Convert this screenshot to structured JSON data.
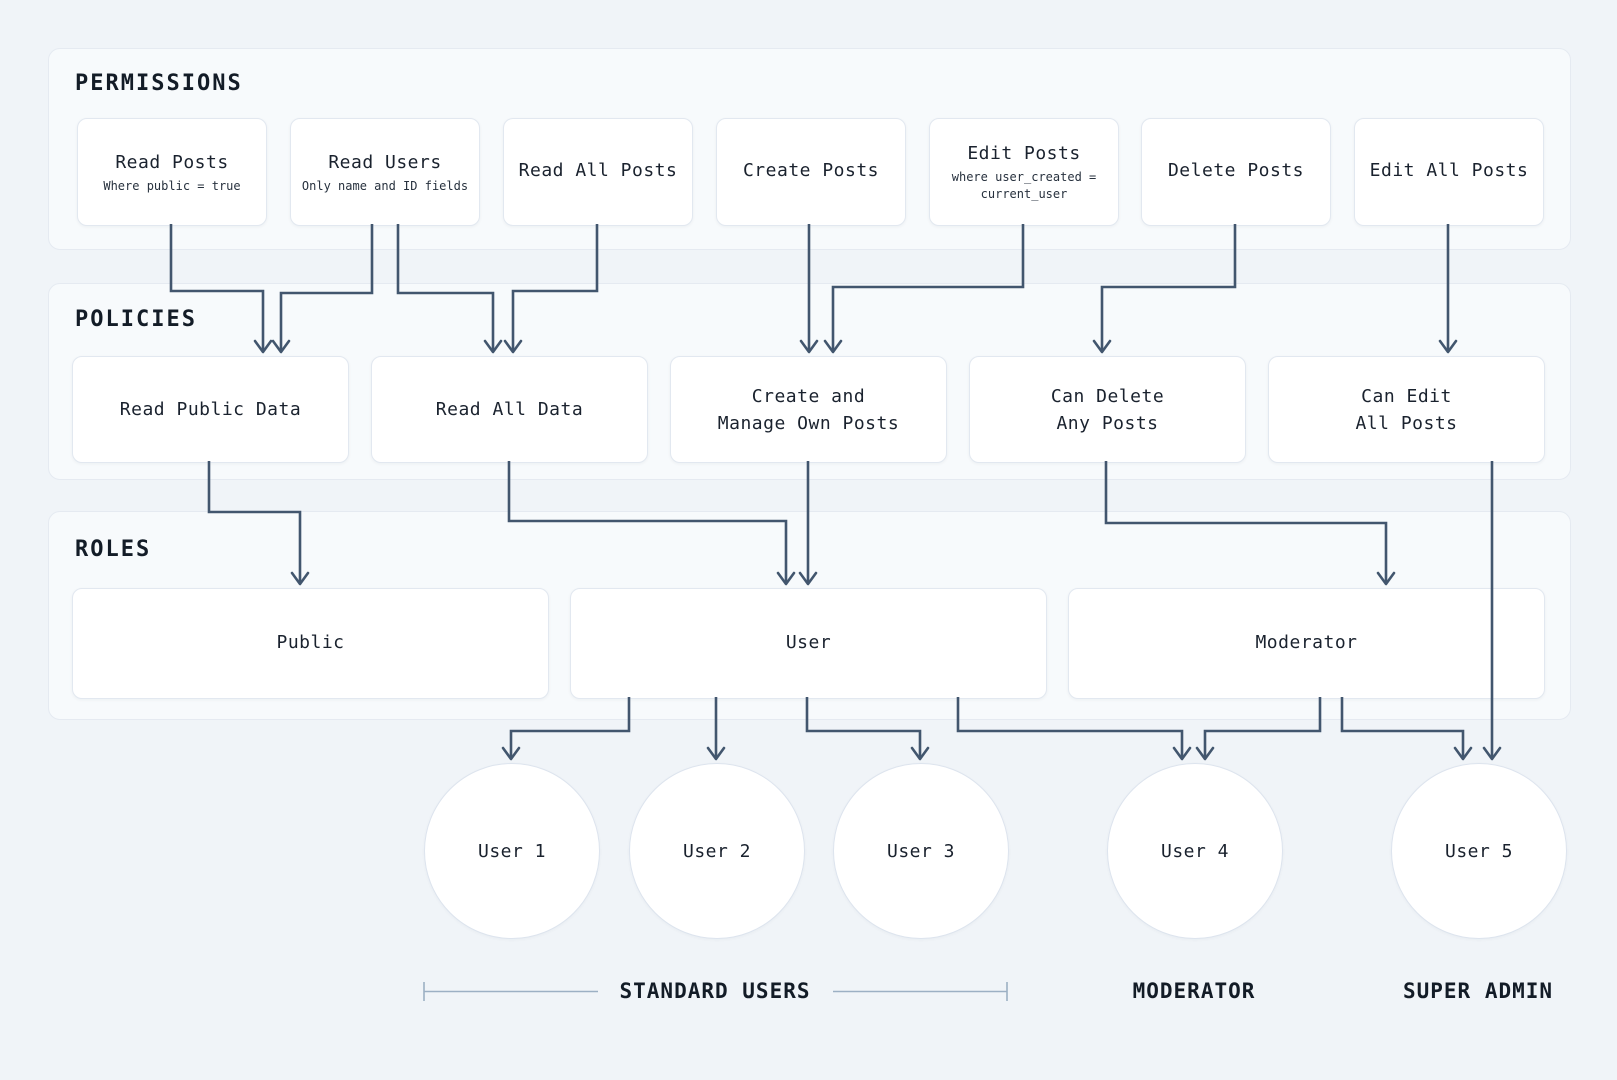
{
  "sections": {
    "permissions": {
      "title": "PERMISSIONS",
      "nodes": [
        {
          "label": "Read Posts",
          "sub_lines": [
            "Where public = true"
          ]
        },
        {
          "label": "Read Users",
          "sub_lines": [
            "Only name and ID fields"
          ]
        },
        {
          "label": "Read All Posts",
          "sub_lines": []
        },
        {
          "label": "Create Posts",
          "sub_lines": []
        },
        {
          "label": "Edit Posts",
          "sub_lines": [
            "where user_created =",
            "current_user"
          ]
        },
        {
          "label": "Delete Posts",
          "sub_lines": []
        },
        {
          "label": "Edit All Posts",
          "sub_lines": []
        }
      ]
    },
    "policies": {
      "title": "POLICIES",
      "nodes": [
        {
          "lines": [
            "Read Public Data"
          ]
        },
        {
          "lines": [
            "Read All Data"
          ]
        },
        {
          "lines": [
            "Create and",
            "Manage Own Posts"
          ]
        },
        {
          "lines": [
            "Can Delete",
            "Any Posts"
          ]
        },
        {
          "lines": [
            "Can Edit",
            "All Posts"
          ]
        }
      ]
    },
    "roles": {
      "title": "ROLES",
      "nodes": [
        {
          "label": "Public"
        },
        {
          "label": "User"
        },
        {
          "label": "Moderator"
        }
      ]
    }
  },
  "users": [
    {
      "label": "User 1"
    },
    {
      "label": "User 2"
    },
    {
      "label": "User 3"
    },
    {
      "label": "User 4"
    },
    {
      "label": "User 5"
    }
  ],
  "group_labels": [
    {
      "label": "STANDARD USERS"
    },
    {
      "label": "MODERATOR"
    },
    {
      "label": "SUPER ADMIN"
    }
  ],
  "edges": [
    {
      "from": "Read Posts",
      "to": "Read Public Data"
    },
    {
      "from": "Read Users",
      "to": "Read Public Data"
    },
    {
      "from": "Read Users",
      "to": "Read All Data"
    },
    {
      "from": "Read All Posts",
      "to": "Read All Data"
    },
    {
      "from": "Create Posts",
      "to": "Create and Manage Own Posts"
    },
    {
      "from": "Edit Posts",
      "to": "Create and Manage Own Posts"
    },
    {
      "from": "Delete Posts",
      "to": "Can Delete Any Posts"
    },
    {
      "from": "Edit All Posts",
      "to": "Can Edit All Posts"
    },
    {
      "from": "Read Public Data",
      "to": "Public"
    },
    {
      "from": "Read All Data",
      "to": "User"
    },
    {
      "from": "Create and Manage Own Posts",
      "to": "User"
    },
    {
      "from": "Can Delete Any Posts",
      "to": "Moderator"
    },
    {
      "from": "Can Edit All Posts",
      "to": "User 5"
    },
    {
      "from": "User",
      "to": "User 1"
    },
    {
      "from": "User",
      "to": "User 2"
    },
    {
      "from": "User",
      "to": "User 3"
    },
    {
      "from": "User",
      "to": "User 4"
    },
    {
      "from": "Moderator",
      "to": "User 4"
    },
    {
      "from": "Moderator",
      "to": "User 5"
    }
  ],
  "colors": {
    "page_bg": "#f0f4f8",
    "panel_bg": "#f7fafc",
    "panel_border": "#e5eaf1",
    "node_bg": "#ffffff",
    "node_border": "#e2e8f0",
    "arrow": "#42566e",
    "bracket": "#9cb0c4",
    "text": "#1a222e"
  }
}
